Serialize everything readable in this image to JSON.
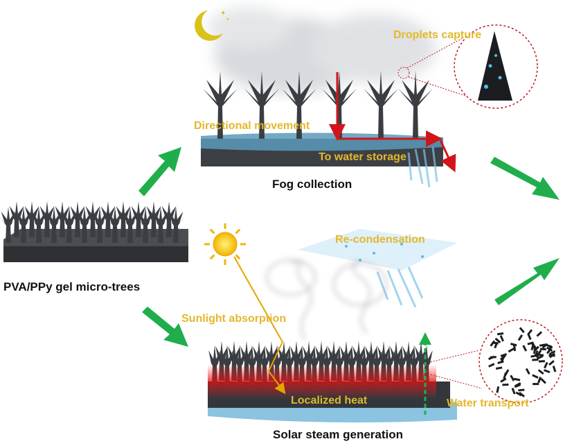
{
  "figure": {
    "left": {
      "caption": "PVA/PPy gel micro-trees"
    },
    "fog": {
      "caption": "Fog collection",
      "labels": {
        "droplets": "Droplets capture",
        "directional": "Directional movement",
        "storage": "To water storage"
      }
    },
    "solar": {
      "caption": "Solar steam generation",
      "labels": {
        "recondensation": "Re-condensation",
        "sunlight": "Sunlight absorption",
        "heat": "Localized heat",
        "transport": "Water transport"
      }
    }
  },
  "colors": {
    "label": "#e3b82a",
    "arrow_green": "#1fae4b",
    "arrow_red": "#d0161b",
    "tree": "#3a3d42"
  }
}
